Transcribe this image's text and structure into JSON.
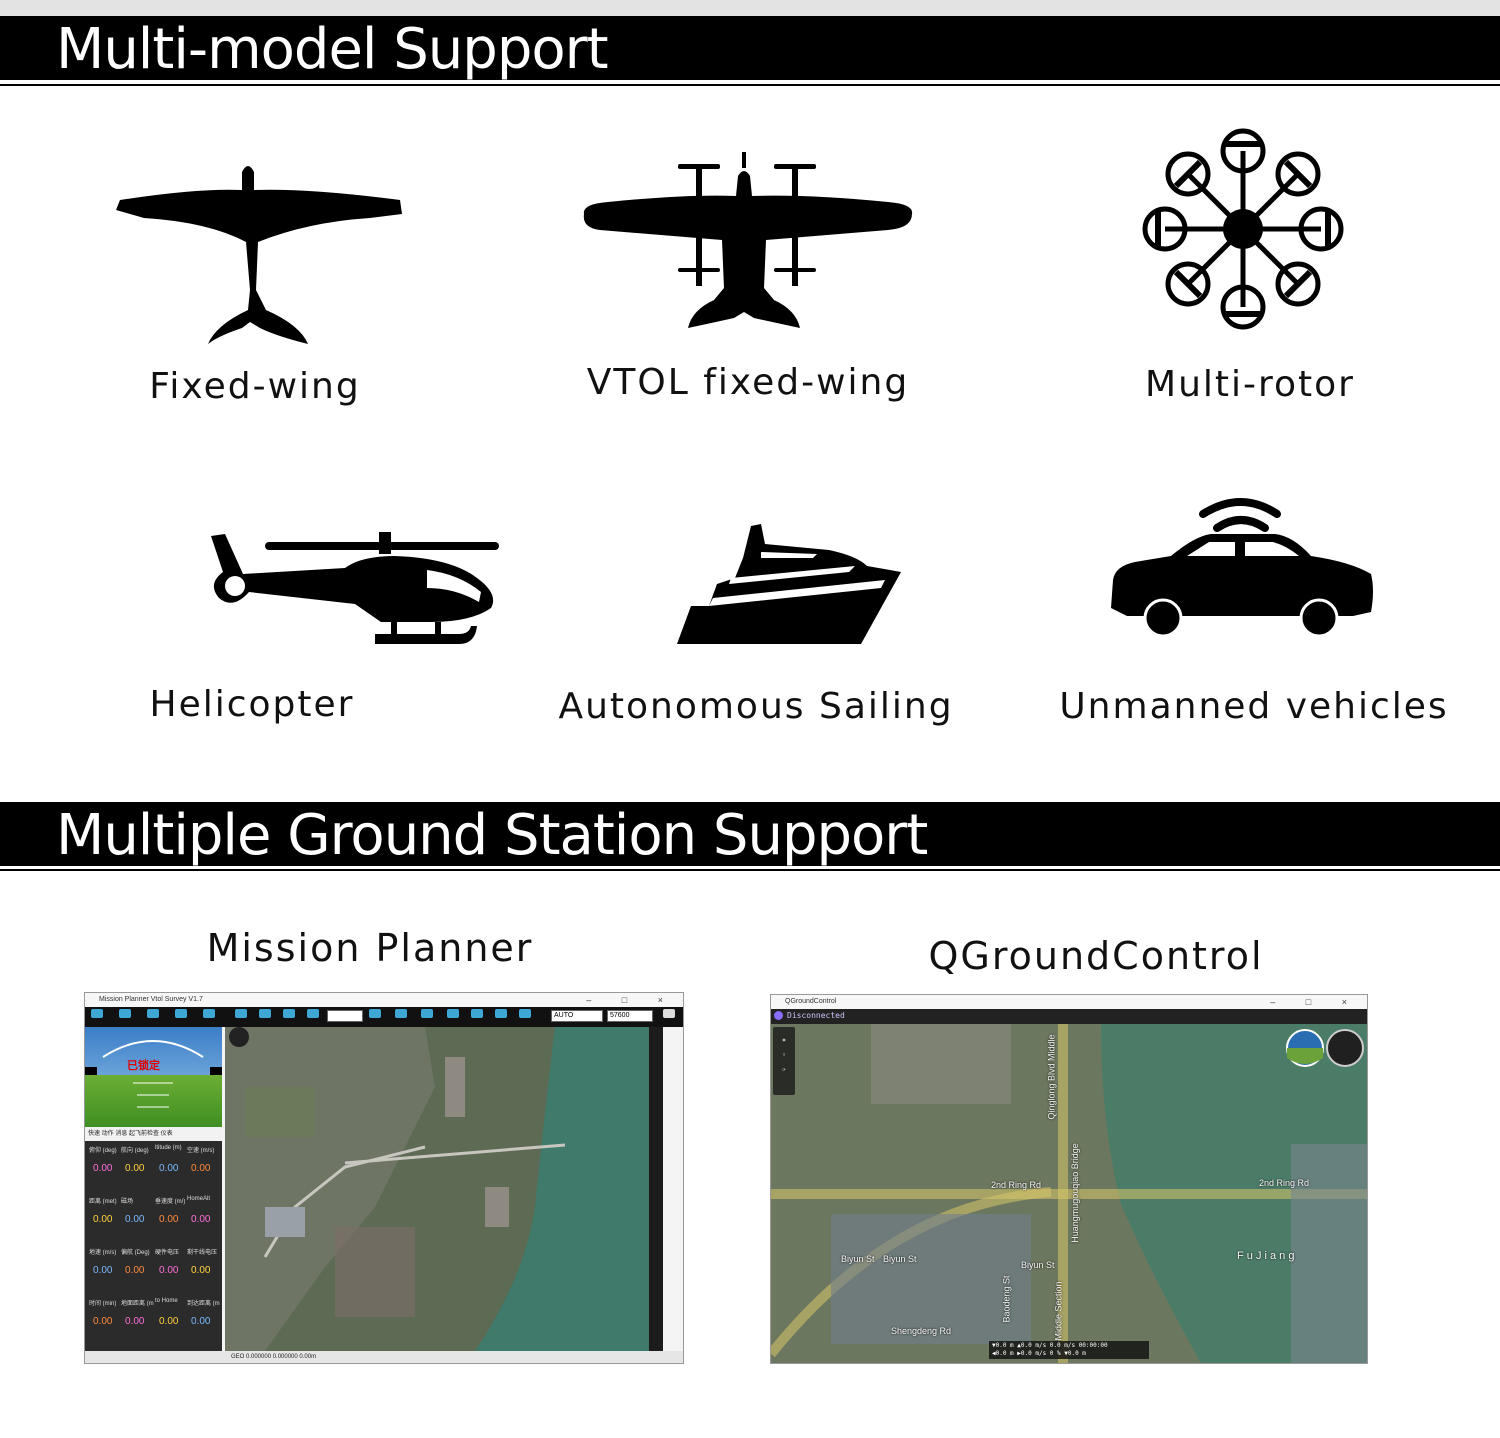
{
  "sections": {
    "models_title": "Multi-model Support",
    "ground_title": "Multiple Ground Station Support"
  },
  "models": [
    {
      "label": "Fixed-wing",
      "icon": "fixed-wing-plane-icon"
    },
    {
      "label": "VTOL fixed-wing",
      "icon": "vtol-plane-icon"
    },
    {
      "label": "Multi-rotor",
      "icon": "octocopter-icon"
    },
    {
      "label": "Helicopter",
      "icon": "helicopter-icon"
    },
    {
      "label": "Autonomous Sailing",
      "icon": "yacht-icon"
    },
    {
      "label": "Unmanned vehicles",
      "icon": "connected-car-icon"
    }
  ],
  "ground_stations": {
    "mission_planner": {
      "title": "Mission Planner",
      "window_title": "Mission Planner Vtol Survey V1.7",
      "mode_box": "AUTO",
      "baud_box": "57600",
      "hud_status": "已锁定",
      "panel_tabs": "快速  动作  消息  起飞前检查  仪表",
      "rows": [
        {
          "labels": [
            "俯仰 (deg)",
            "航向 (deg)",
            "ltitude (m)",
            "空速 (m/s)"
          ],
          "values": [
            "0.00",
            "0.00",
            "0.00",
            "0.00"
          ]
        },
        {
          "labels": [
            "距离 (met)",
            "磁场",
            "垂速度 (m/)",
            "HomeAlt"
          ],
          "values": [
            "0.00",
            "0.00",
            "0.00",
            "0.00"
          ]
        },
        {
          "labels": [
            "地速 (m/s)",
            "偏航 (Deg)",
            "硬件电压",
            "剩干线电压"
          ],
          "values": [
            "0.00",
            "0.00",
            "0.00",
            "0.00"
          ]
        },
        {
          "labels": [
            "时间 (min)",
            "地面距离 (m",
            "to Home",
            "到达距离 (m"
          ],
          "values": [
            "0.00",
            "0.00",
            "0.00",
            "0.00"
          ]
        }
      ],
      "value_colors": [
        "#ff6fd8",
        "#ffd23c",
        "#7bb8ff",
        "#ff8a3c"
      ],
      "status_text": "GEO  0.000000  0.000000   0.00m"
    },
    "qgroundcontrol": {
      "title": "QGroundControl",
      "window_title": "QGroundControl",
      "status": "Disconnected",
      "road_labels": [
        "2nd Ring Rd",
        "2nd Ring Rd",
        "Qinglong Blvd Middle",
        "Huangmugouqiao Bridge",
        "Biyun St",
        "Biyun St",
        "Biyun St",
        "Shengdeng Rd",
        "Middle Section",
        "Baodeng St",
        "F u   J i a n g"
      ],
      "telemetry_line1": "▼0.0 m  ▲0.0 m/s  0.0 m/s  00:00:00",
      "telemetry_line2": "◀0.0 m  ▶0.0 m/s  0 %  ▼0.0 m"
    }
  }
}
